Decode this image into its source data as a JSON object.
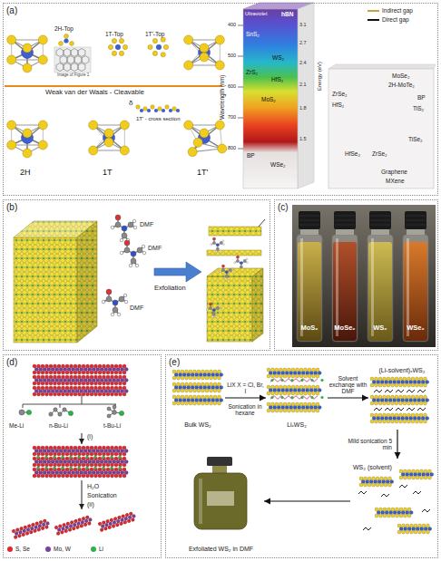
{
  "diagram": {
    "nodes": [
      {
        "text": [
          "(a)"
        ]
      },
      {
        "text": [
          "(b)"
        ]
      },
      {
        "text": [
          "(c)"
        ]
      },
      {
        "text": [
          "MoS₂"
        ],
        "in": 2
      },
      {
        "text": [
          "MoSe₂"
        ],
        "in": 2
      },
      {
        "text": [
          "WS₂"
        ],
        "in": 2
      },
      {
        "text": [
          "WSe₂"
        ],
        "in": 2
      },
      {
        "text": [
          "(d)"
        ]
      },
      {
        "text": [
          "(e)"
        ]
      },
      {
        "text": [
          "Bulk WS₂"
        ],
        "in": 8
      },
      {
        "text": [
          "LiₓWS₂"
        ],
        "in": 8
      },
      {
        "text": [
          "(Li-solvent)ₓWS₂"
        ],
        "in": 8
      },
      {
        "text": [
          "WS₂ (solvent)"
        ],
        "in": 8
      },
      {
        "text": [
          "Exfoliated WS₂ in DMF"
        ],
        "in": 8
      }
    ],
    "edges": [
      {
        "from": 9,
        "to": 10,
        "arrow": "to",
        "label": "LiX X = Cl, Br, I"
      },
      {
        "from": 10,
        "to": 11,
        "arrow": "to",
        "label": "Solvent exchange with DMF"
      },
      {
        "from": 11,
        "to": 12,
        "arrow": "to",
        "label": "Mild sonication 5 min"
      },
      {
        "from": 12,
        "to": 13,
        "arrow": "to"
      }
    ],
    "labels": [
      "2H-Top",
      "Image of Figure 1",
      "1T-Top",
      "1T'-Top",
      "Weak van der Waals - Cleavable",
      "δ",
      "1T' - cross section",
      "2H",
      "1T",
      "1T'",
      "Ultraviolet",
      "hBN",
      "Wavelength (nm)",
      "400",
      "500",
      "600",
      "700",
      "800",
      "Energy (eV)",
      "3.1",
      "2.7",
      "2.4",
      "2.1",
      "1.8",
      "1.5",
      "SnS₂",
      "WS₂",
      "ZrS₂",
      "HfS₂",
      "MoS₂",
      "BP",
      "WSe₂",
      "MoSe₂",
      "2H-MoTe₂",
      "ZrSe₂",
      "HfS₂",
      "BP",
      "TiS₂",
      "TiSe₂",
      "HfSe₂",
      "ZrSe₂",
      "Graphene",
      "MXene",
      "DMF",
      "DMF",
      "DMF",
      "Exfoliation",
      "Me-Li",
      "n-Bu-Li",
      "t-Bu-Li",
      "(i)",
      "H₂O",
      "Sonication",
      "(ii)",
      "Sonication in hexane"
    ],
    "legend": [
      {
        "text": "Indirect gap"
      },
      {
        "text": "Direct gap"
      },
      {
        "text": "S, Se",
        "color": "#e3262b"
      },
      {
        "text": "Mo, W",
        "color": "#7a3fa0"
      },
      {
        "text": "Li",
        "color": "#2fb04a"
      }
    ]
  }
}
